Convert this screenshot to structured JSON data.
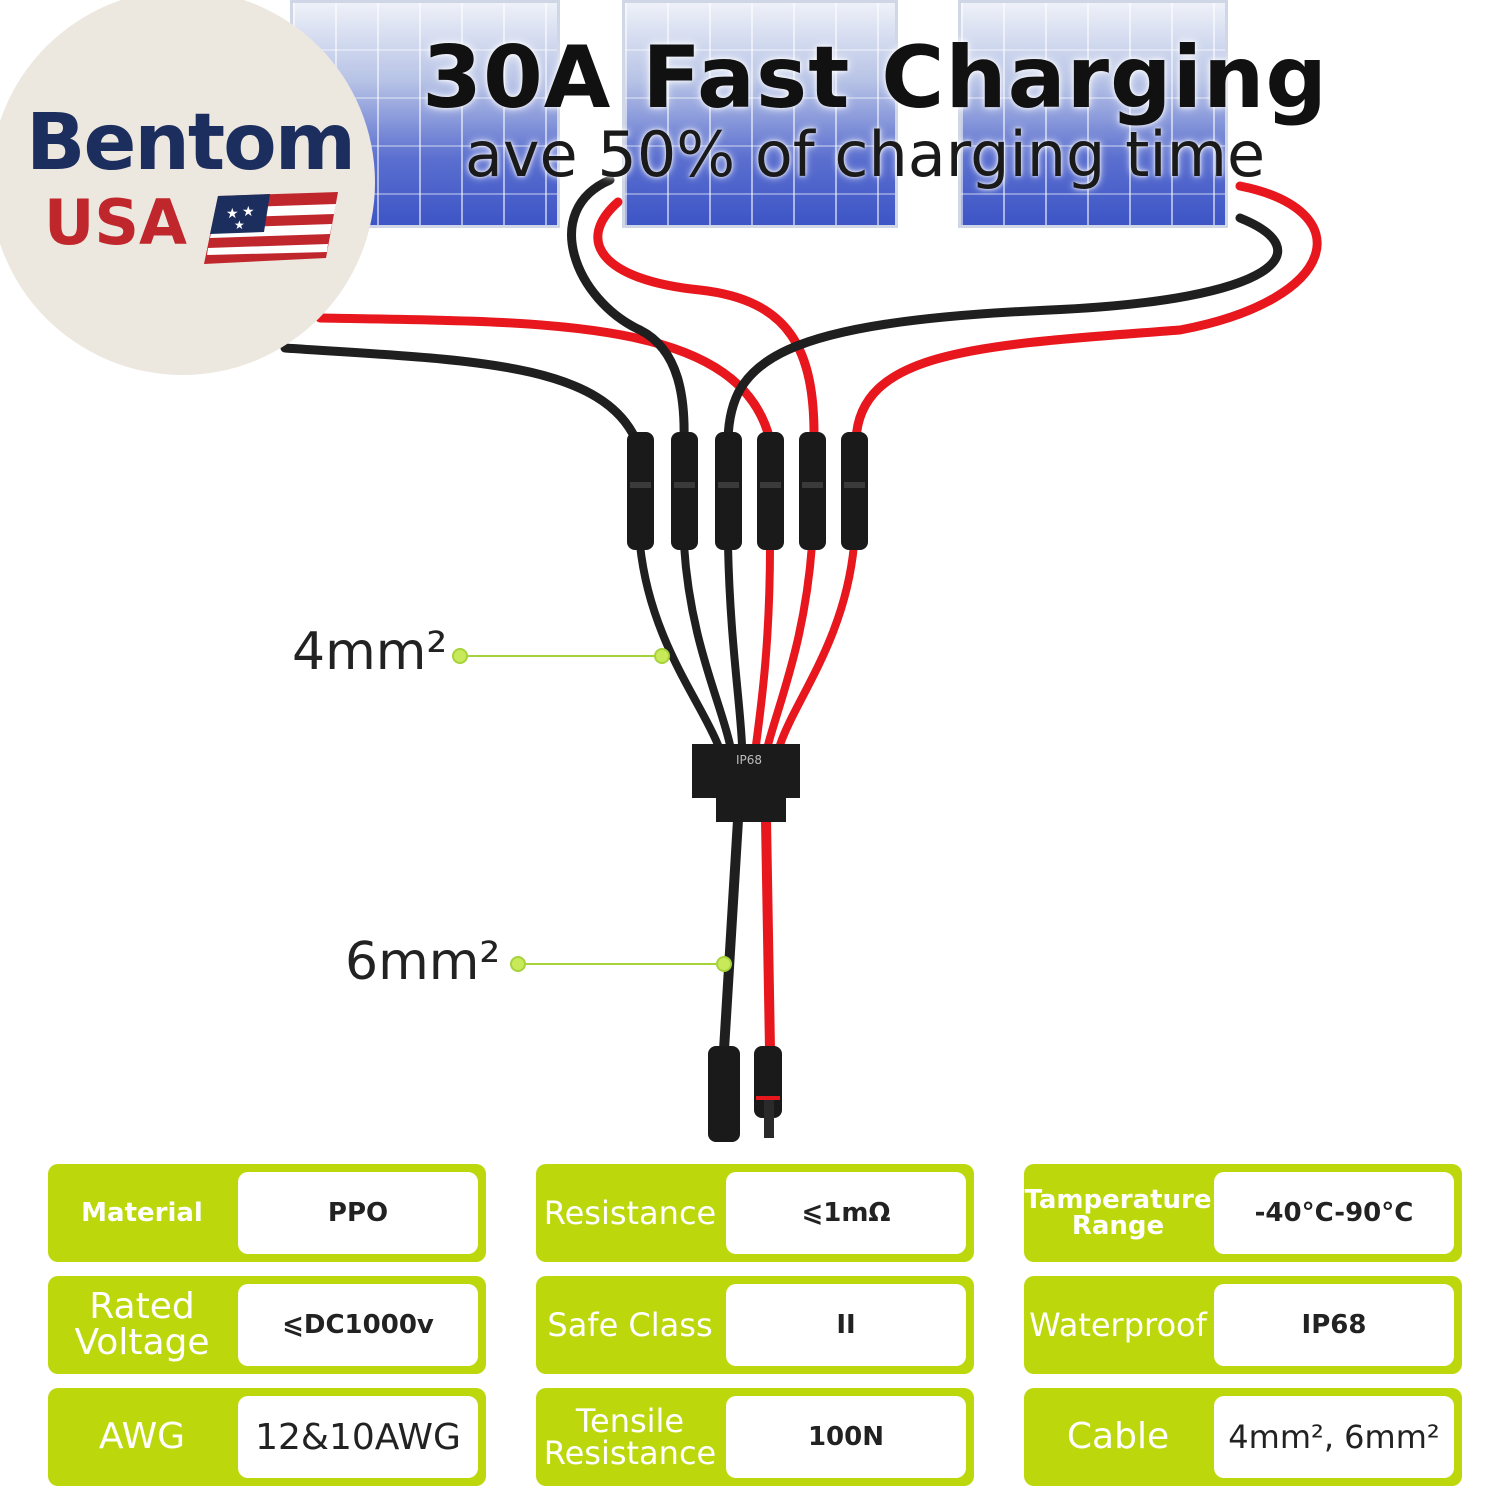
{
  "header": {
    "headline": "30A Fast Charging",
    "subheadline": "ave 50% of charging time"
  },
  "logo": {
    "brand": "Bentom",
    "country": "USA",
    "brand_color": "#1c2e5e",
    "accent_color": "#c0272d",
    "icon": "us-flag-icon"
  },
  "diagram": {
    "branch_cable_size": "4mm²",
    "main_cable_size": "6mm²",
    "junction_label": "IP68",
    "cable_colors": {
      "positive": "#e8171d",
      "negative": "#1f1f1f"
    },
    "callout_color": "#a6d33a"
  },
  "specs": [
    {
      "key": "Material",
      "value": "PPO"
    },
    {
      "key": "Resistance",
      "value": "⩽1mΩ"
    },
    {
      "key": "Tamperature Range",
      "value": "-40°C-90°C"
    },
    {
      "key": "Rated Voltage",
      "value": "⩽DC1000v"
    },
    {
      "key": "Safe Class",
      "value": "II"
    },
    {
      "key": "Waterproof",
      "value": "IP68"
    },
    {
      "key": "AWG",
      "value": "12&10AWG"
    },
    {
      "key": "Tensile Resistance",
      "value": "100N"
    },
    {
      "key": "Cable",
      "value": "4mm², 6mm²"
    }
  ],
  "theme": {
    "spec_bg": "#bcd80c",
    "spec_value_bg": "#ffffff"
  }
}
